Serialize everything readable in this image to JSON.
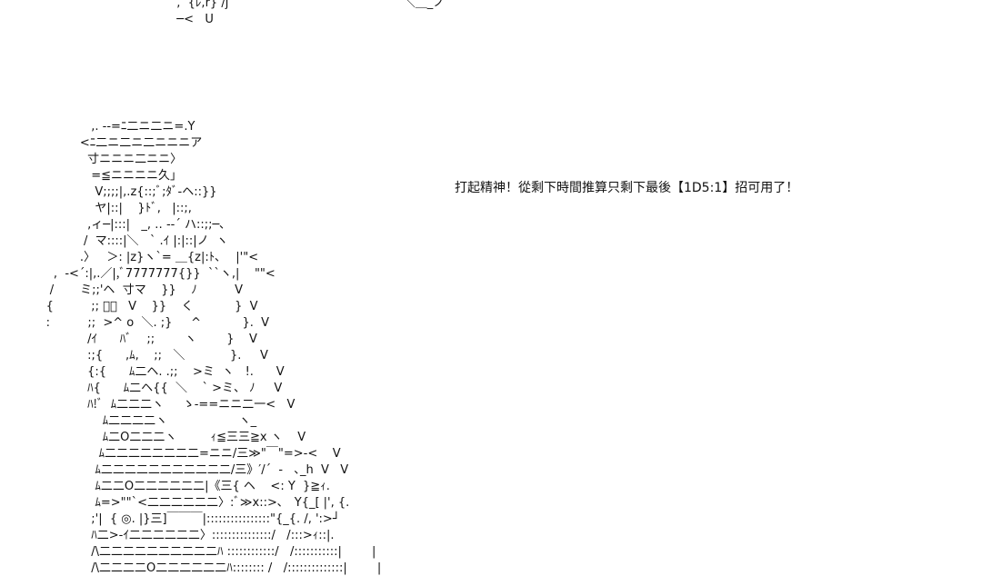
{
  "ascii_art": {
    "lines": [
      "  ,  {ﾚ,r} /j                                            ` ＼＿_ノ",
      "  ─<   U",
      "",
      "",
      "",
      "",
      "                 ,. -‐=ﾆ二ニ二ニ=.Y",
      "              <ﾆ二ニ二ニ二ニニニア",
      "                寸ニニニ二ニニ〉",
      "                 =≦ニニニニ久」",
      "                  V;;;;|,.z{::;ﾞ;ﾀﾞ-ヘ::}}",
      "                  ヤ|::|    }ﾄﾞ,   |::;,",
      "                ,ィ─|:::|   _, ‥ ‐‐´ ハ::;;─､",
      "               /  マ::::|＼   ` .ｲ |:|::|ノ  ヽ",
      "              .〉   ＞: |z}ヽ`= ＿{z|:ﾄ､    |'\"<",
      "       ,  ‐<´:|,.／|,ﾞ7777777{}}  ``ヽ,|    \"\"<",
      "      /       ミ;;'ヘ  寸マ    }}    ﾉ          V",
      "     {          ;; ﾞ／   V    }}    く           }  V",
      "     :          ;;  >^ o  ＼. ;}     ^           }.  V",
      "                /ｲ      ﾊﾞ    ;;        ヽ        }    V",
      "                :;{      ,ﾑ,    ;;   ＼            }.     V",
      "                {:{      ﾑ二ヘ. .;;    >ミ  ヽ   !.      V",
      "                ﾊ{      ﾑ二ヘ{{  ＼    ` >ミ、 ﾉ     V",
      "                ﾊ!ﾞ  ﾑ二二二ヽ     ゝ-==ニニ二一<   V",
      "                    ﾑ二二二二ヽ                   ヽ_",
      "                    ﾑ二O二二二ヽ         ｨ≦三三≧x ヽ    V",
      "                   ﾑ二二二二二二二二=ニニ/三≫\"￣\"=>-<    V",
      "                  ﾑ二二二二二二二二二二二/三》′/´  ‐   ､_h  V   V",
      "                  ﾑ二二O二二二二二二|《三{ ヘ    <: Y  }≧ｨ.",
      "                  ﾑ=>\"\"`<二二二二二二〉:ﾞ≫x::>､   Y{_[ |', {.",
      "                 ;'|  { ◎. |}三]￣￣￣|::::::::::::::::\"{_{. /, ':>┘",
      "                 ﾊ二>‐ｲ二二二二二二〉:::::::::::::::/   /:::>ｨ::|.",
      "                 /\\二二二二二二二二二二ﾊ ::::::::::::/   /:::::::::::|        |",
      "                 /\\二二二二O二二二二二二ﾊ:::::::: /   /::::::::::::::|        |"
    ]
  },
  "caption": "打起精神！從剩下時間推算只剩下最後【1D5:1】招可用了！",
  "colors": {
    "background": "#ffffff",
    "text": "#111111"
  }
}
